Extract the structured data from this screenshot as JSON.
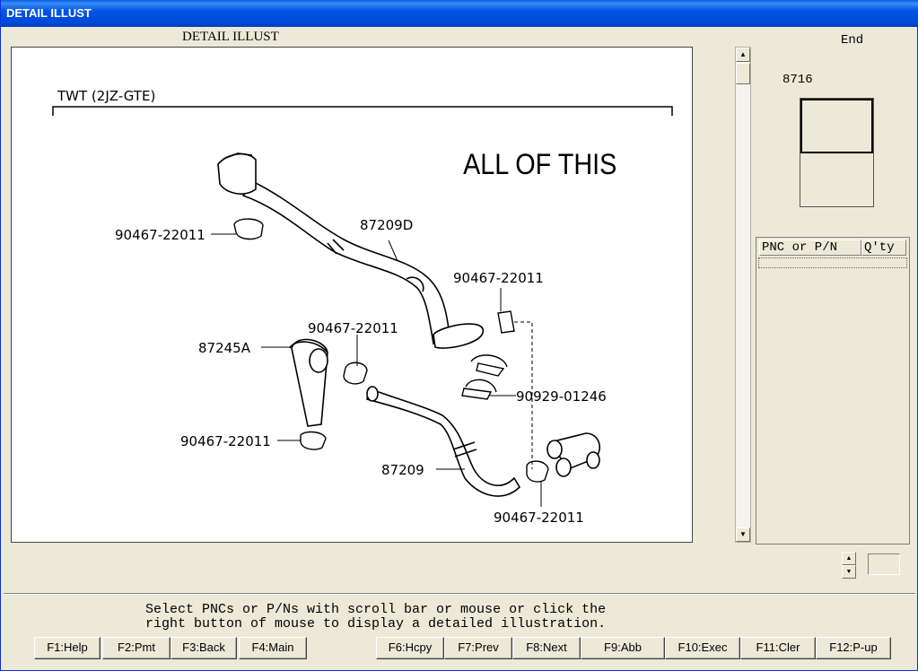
{
  "window": {
    "title": "DETAIL ILLUST"
  },
  "illustration": {
    "heading": "DETAIL ILLUST",
    "model_label": "TWT (2JZ-GTE)",
    "annotation": "ALL OF THIS",
    "callouts": [
      "87209D",
      "90467-22011",
      "90467-22011",
      "90467-22011",
      "87245A",
      "90929-01246",
      "90467-22011",
      "87209",
      "90467-22011"
    ]
  },
  "side": {
    "end_label": "End",
    "illust_number": "8716",
    "list_headers": {
      "pnc": "PNC or P/N",
      "qty": "Q'ty"
    }
  },
  "status": {
    "line1": "Select PNCs or P/Ns with scroll bar or mouse or click the",
    "line2": "right button of mouse to display a detailed illustration."
  },
  "fkeys": [
    {
      "label": "F1:Help"
    },
    {
      "label": "F2:Pmt"
    },
    {
      "label": "F3:Back"
    },
    {
      "label": "F4:Main"
    },
    {
      "label": "F6:Hcpy"
    },
    {
      "label": "F7:Prev"
    },
    {
      "label": "F8:Next"
    },
    {
      "label": "F9:Abb"
    },
    {
      "label": "F10:Exec"
    },
    {
      "label": "F11:Cler"
    },
    {
      "label": "F12:P-up"
    }
  ]
}
